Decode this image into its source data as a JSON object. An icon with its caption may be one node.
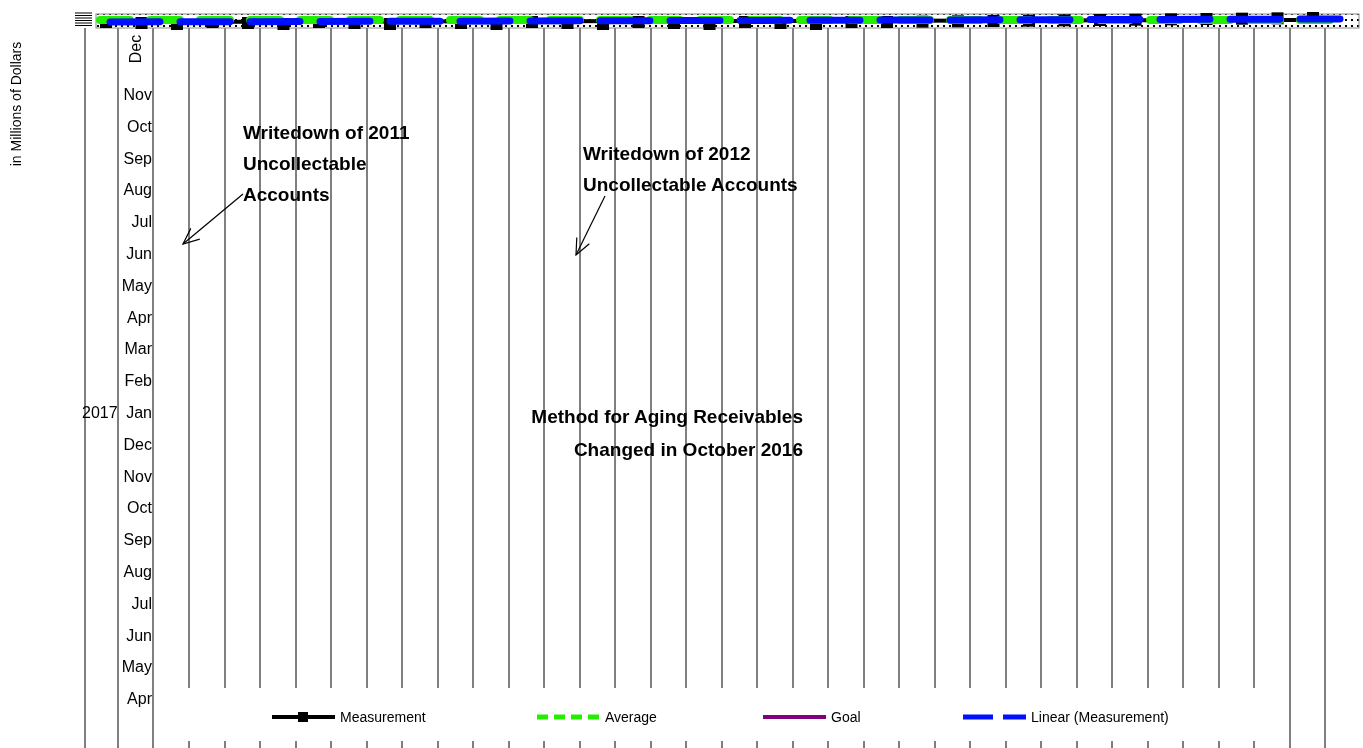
{
  "diagram": {
    "nodes": [
      {
        "text": [
          "Writedown of 2011 Uncollectable Accounts"
        ]
      },
      {
        "text": [
          "Writedown of 2012 Uncollectable Accounts"
        ]
      }
    ],
    "edges": [
      {
        "from": 0,
        "to": null,
        "arrow": "to"
      },
      {
        "from": 1,
        "to": null,
        "arrow": "to"
      }
    ],
    "labels": [
      "in Millions of Dollars",
      "Dec",
      "Nov",
      "Oct",
      "Sep",
      "Aug",
      "Jul",
      "Jun",
      "May",
      "Apr",
      "Mar",
      "Feb",
      "2017",
      "Jan",
      "Dec",
      "Nov",
      "Oct",
      "Sep",
      "Aug",
      "Jul",
      "Jun",
      "May",
      "Apr",
      "Method for Aging Receivables Changed in October 2016"
    ],
    "legend": [
      {
        "text": "Measurement"
      },
      {
        "text": "Average"
      },
      {
        "text": "Goal"
      },
      {
        "text": "Linear (Measurement)"
      }
    ]
  }
}
